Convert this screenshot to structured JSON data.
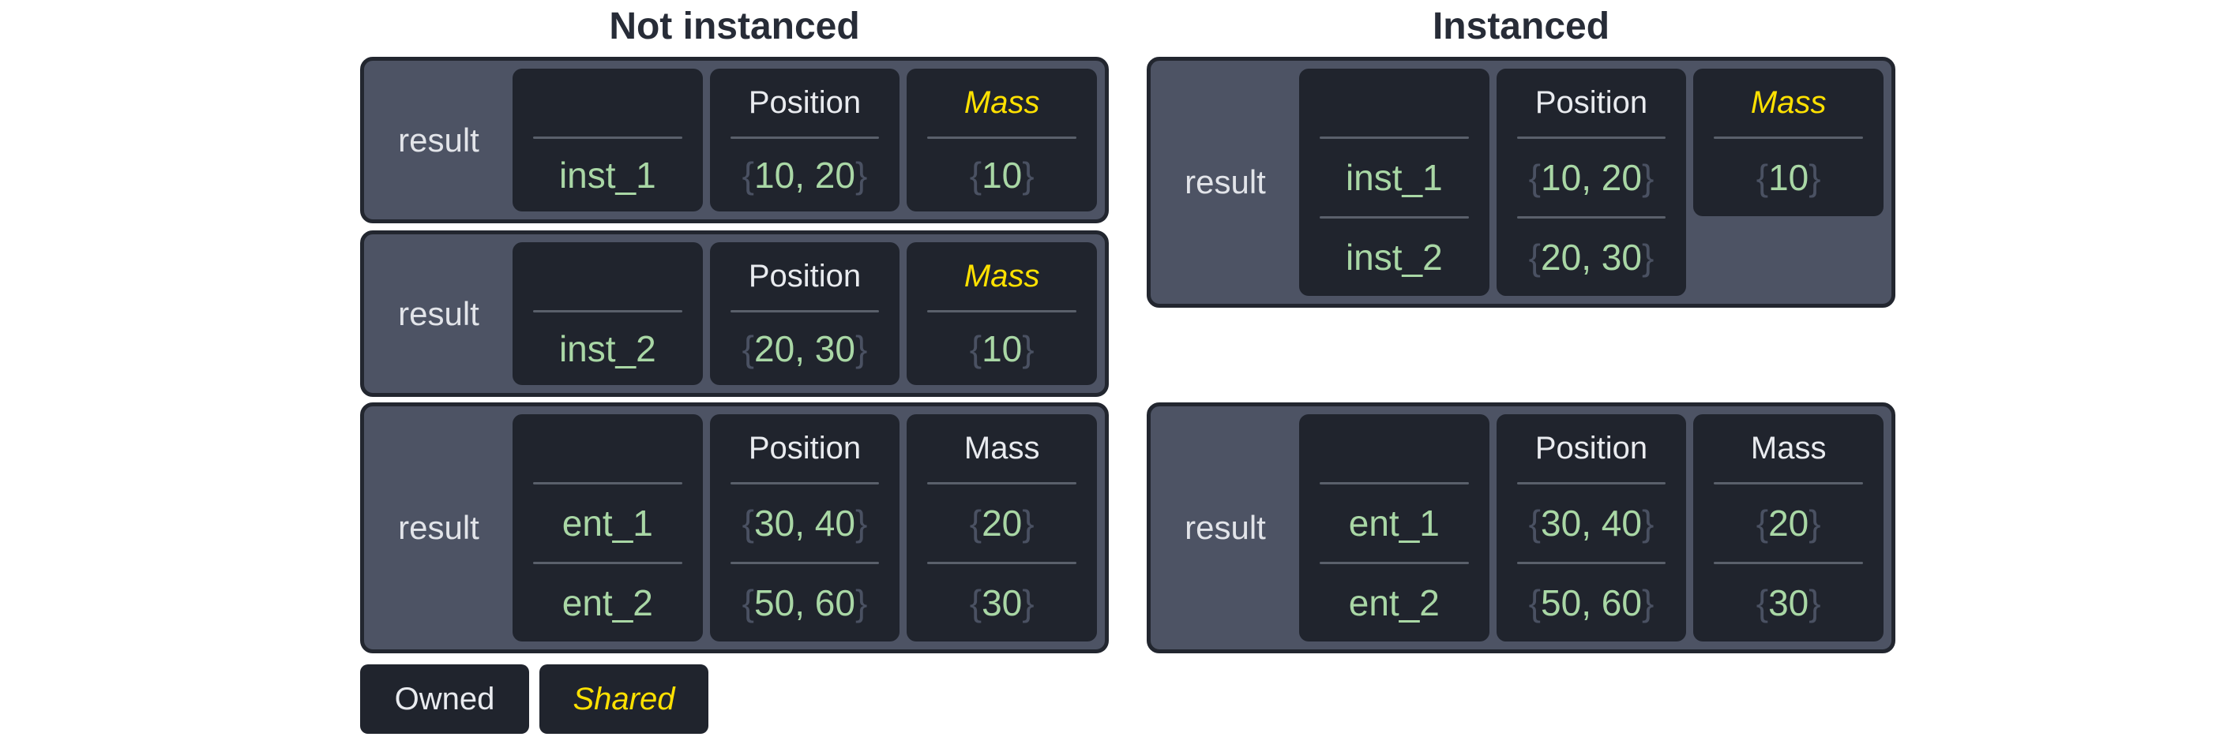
{
  "page": {
    "title_left": "Not instanced",
    "title_right": "Instanced"
  },
  "colors": {
    "background": "#ffffff",
    "panel_fill": "#4d5364",
    "panel_border": "#22262f",
    "cell_fill": "#20242d",
    "divider": "#5a606b",
    "header_text": "#e9ebef",
    "result_text": "#e2e4e9",
    "value_green": "#a9d7a5",
    "brace_gray": "#4a5162",
    "shared_yellow": "#ffe100",
    "title_dark": "#272c37"
  },
  "legend": {
    "owned_label": "Owned",
    "shared_label": "Shared"
  },
  "boxes": {
    "not_instanced_1": {
      "result_label": "result",
      "entity": {
        "header": "",
        "rows": [
          "inst_1"
        ]
      },
      "position": {
        "header": "Position",
        "shared": false,
        "rows": [
          {
            "open": "{",
            "body": "10, 20",
            "close": "}"
          }
        ]
      },
      "mass": {
        "header": "Mass",
        "shared": true,
        "rows": [
          {
            "open": "{",
            "body": "10",
            "close": "}"
          }
        ]
      }
    },
    "not_instanced_2": {
      "result_label": "result",
      "entity": {
        "header": "",
        "rows": [
          "inst_2"
        ]
      },
      "position": {
        "header": "Position",
        "shared": false,
        "rows": [
          {
            "open": "{",
            "body": "20, 30",
            "close": "}"
          }
        ]
      },
      "mass": {
        "header": "Mass",
        "shared": true,
        "rows": [
          {
            "open": "{",
            "body": "10",
            "close": "}"
          }
        ]
      }
    },
    "not_instanced_3": {
      "result_label": "result",
      "entity": {
        "header": "",
        "rows": [
          "ent_1",
          "ent_2"
        ]
      },
      "position": {
        "header": "Position",
        "shared": false,
        "rows": [
          {
            "open": "{",
            "body": "30, 40",
            "close": "}"
          },
          {
            "open": "{",
            "body": "50, 60",
            "close": "}"
          }
        ]
      },
      "mass": {
        "header": "Mass",
        "shared": false,
        "rows": [
          {
            "open": "{",
            "body": "20",
            "close": "}"
          },
          {
            "open": "{",
            "body": "30",
            "close": "}"
          }
        ]
      }
    },
    "instanced_1": {
      "result_label": "result",
      "entity": {
        "header": "",
        "rows": [
          "inst_1",
          "inst_2"
        ]
      },
      "position": {
        "header": "Position",
        "shared": false,
        "rows": [
          {
            "open": "{",
            "body": "10, 20",
            "close": "}"
          },
          {
            "open": "{",
            "body": "20, 30",
            "close": "}"
          }
        ]
      },
      "mass": {
        "header": "Mass",
        "shared": true,
        "short": true,
        "rows": [
          {
            "open": "{",
            "body": "10",
            "close": "}"
          }
        ]
      }
    },
    "instanced_2": {
      "result_label": "result",
      "entity": {
        "header": "",
        "rows": [
          "ent_1",
          "ent_2"
        ]
      },
      "position": {
        "header": "Position",
        "shared": false,
        "rows": [
          {
            "open": "{",
            "body": "30, 40",
            "close": "}"
          },
          {
            "open": "{",
            "body": "50, 60",
            "close": "}"
          }
        ]
      },
      "mass": {
        "header": "Mass",
        "shared": false,
        "rows": [
          {
            "open": "{",
            "body": "20",
            "close": "}"
          },
          {
            "open": "{",
            "body": "30",
            "close": "}"
          }
        ]
      }
    }
  }
}
